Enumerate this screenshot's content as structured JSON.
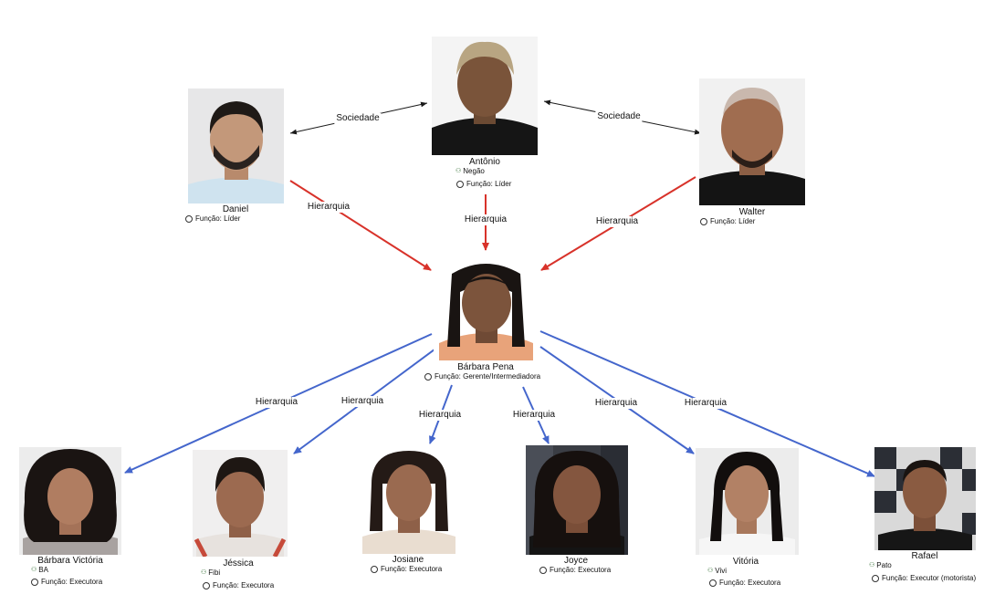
{
  "colors": {
    "society_edge": "#1a1a1a",
    "leader_edge": "#d8322a",
    "executor_edge": "#4466cc",
    "alias_icon": "#2d6a2d"
  },
  "icons": {
    "alias": "alias-icon",
    "role": "role-ring-icon"
  },
  "edge_labels": {
    "society": "Sociedade",
    "hierarchy": "Hierarquia"
  },
  "people": {
    "antonio": {
      "name": "Antônio",
      "alias": "Negão",
      "role": "Função: Líder"
    },
    "daniel": {
      "name": "Daniel",
      "role": "Função: Líder"
    },
    "walter": {
      "name": "Walter",
      "role": "Função: Líder"
    },
    "barbara_pena": {
      "name": "Bárbara Pena",
      "role": "Função: Gerente/Intermediadora"
    },
    "barbara_victoria": {
      "name": "Bárbara Victória",
      "alias": "BA",
      "role": "Função: Executora"
    },
    "jessica": {
      "name": "Jéssica",
      "alias": "Fibi",
      "role": "Função: Executora"
    },
    "josiane": {
      "name": "Josiane",
      "role": "Função: Executora"
    },
    "joyce": {
      "name": "Joyce",
      "role": "Função: Executora"
    },
    "vitoria": {
      "name": "Vitória",
      "alias": "Vivi",
      "role": "Função: Executora"
    },
    "rafael": {
      "name": "Rafael",
      "alias": "Pato",
      "role": "Função: Executor (motorista)"
    }
  }
}
